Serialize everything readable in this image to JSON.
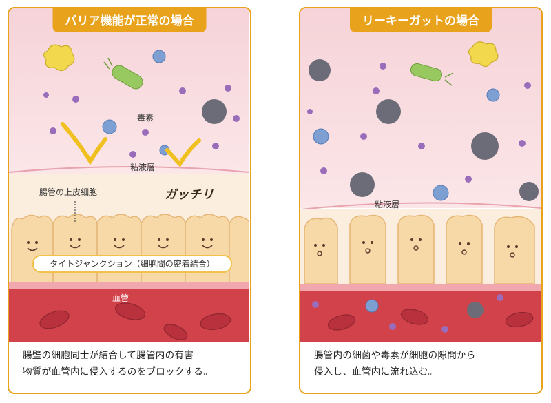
{
  "left": {
    "title": "バリア機能が正常の場合",
    "labels": {
      "toxin": "毒素",
      "mucus": "粘液層",
      "epithelial": "腸管の上皮細胞",
      "gacchiri": "ガッチリ",
      "tight_junction": "タイトジャンクション（細胞間の密着結合）",
      "blood_vessel": "血管"
    },
    "caption": [
      "腸壁の細胞同士が結合して腸管内の有害",
      "物質が血管内に侵入するのをブロックする。"
    ]
  },
  "right": {
    "title": "リーキーガットの場合",
    "labels": {
      "mucus": "粘液層"
    },
    "caption": [
      "腸管内の細菌や毒素が細胞の隙間から",
      "侵入し、血管内に流れ込む。"
    ]
  },
  "colors": {
    "frame": "#e9a21c",
    "lumen": "#f7dde2",
    "cell": "#f7d9a8",
    "vessel": "#d2424a",
    "blood_cell": "#b8313c",
    "germ_purple": "#9a6dbb",
    "germ_blue": "#7d9fd2",
    "toxin_gray": "#6c6c78",
    "bacterium_green": "#98c860",
    "amoeba_yellow": "#f2d84c",
    "arrow_yellow": "#f0c020"
  }
}
